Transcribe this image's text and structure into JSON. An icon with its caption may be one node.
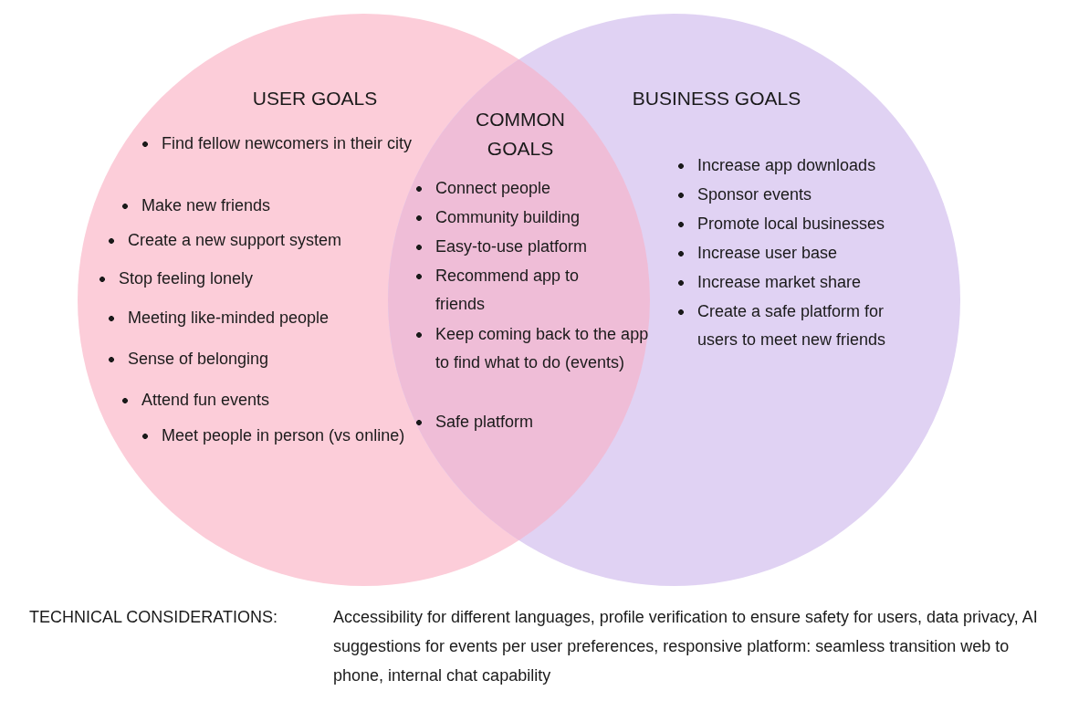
{
  "diagram": {
    "nodes": [
      {
        "text": [
          "USER GOALS",
          "Find fellow newcomers in their city",
          "Make new friends",
          "Create a new support system",
          "Stop feeling lonely",
          "Meeting like-minded people",
          "Sense of belonging",
          "Attend fun events",
          "Meet people in person (vs online)"
        ]
      },
      {
        "text": [
          "BUSINESS GOALS",
          "Increase app downloads",
          "Sponsor events",
          "Promote local businesses",
          "Increase user base",
          "Increase market share",
          "Create a safe platform for users to meet new friends"
        ]
      },
      {
        "text": [
          "COMMON GOALS",
          "Connect people",
          "Community building",
          "Easy-to-use platform",
          "Recommend app to friends",
          "Keep coming back to the app to find what to do (events)",
          "Safe platform"
        ]
      }
    ],
    "labels": [
      "TECHNICAL CONSIDERATIONS:",
      "Accessibility for different languages, profile verification to ensure safety for users, data privacy, AI suggestions for events per user preferences, responsive platform: seamless transition web to phone, internal chat capability"
    ]
  }
}
